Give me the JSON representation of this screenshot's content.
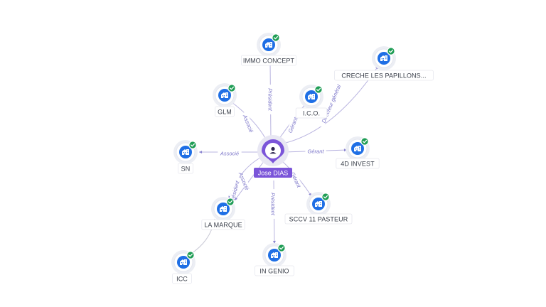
{
  "center": {
    "label": "Jose DIAS"
  },
  "nodes": [
    {
      "id": "immo",
      "label": "IMMO CONCEPT"
    },
    {
      "id": "creche",
      "label": "CRECHE LES PAPILLONS..."
    },
    {
      "id": "glm",
      "label": "GLM"
    },
    {
      "id": "ico",
      "label": "I.C.O."
    },
    {
      "id": "sn",
      "label": "SN"
    },
    {
      "id": "4d",
      "label": "4D INVEST"
    },
    {
      "id": "lamarque",
      "label": "LA MARQUE"
    },
    {
      "id": "sccv",
      "label": "SCCV 11 PASTEUR"
    },
    {
      "id": "ingenio",
      "label": "IN GENIO"
    },
    {
      "id": "icc",
      "label": "ICC"
    }
  ],
  "edges": [
    {
      "target": "immo",
      "label": "Président"
    },
    {
      "target": "creche",
      "label": "Directeur général"
    },
    {
      "target": "glm",
      "label": "Associé"
    },
    {
      "target": "ico",
      "label": "Gérant"
    },
    {
      "target": "sn",
      "label": "Associé"
    },
    {
      "target": "4d",
      "label": "Gérant"
    },
    {
      "target": "lamarque",
      "label": "Associé"
    },
    {
      "target": "lamarque",
      "label": "Président"
    },
    {
      "target": "sccv",
      "label": "Gérant"
    },
    {
      "target": "ingenio",
      "label": "Président"
    },
    {
      "target": "icc",
      "label": ""
    }
  ],
  "icons": {
    "node": "building-icon",
    "badge": "check-icon",
    "center": "person-icon"
  },
  "colors": {
    "accent": "#7b55d9",
    "node": "#1f6fe5",
    "badge": "#1f9d55",
    "edge": "#b9b4e0"
  }
}
